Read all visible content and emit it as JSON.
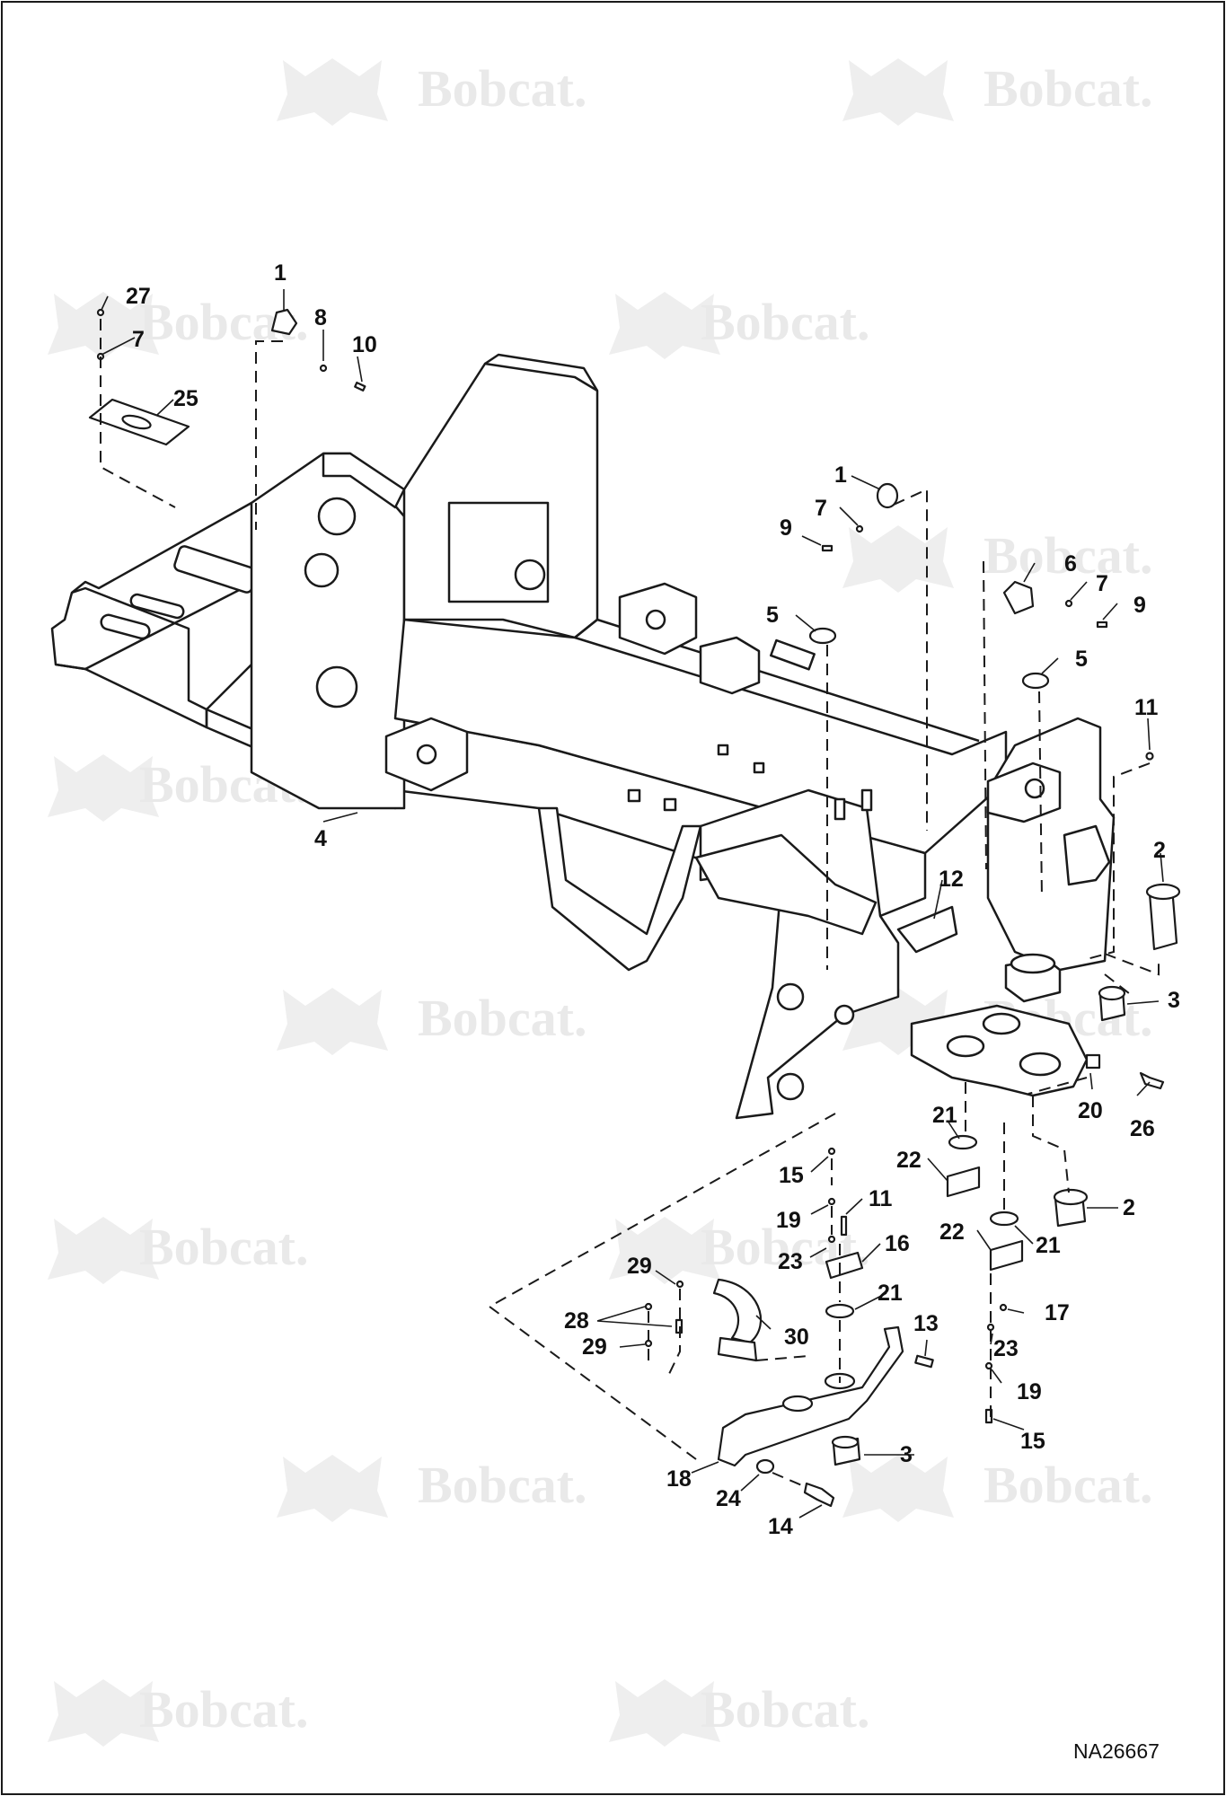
{
  "drawing": {
    "id": "NA26667",
    "watermark": "Bobcat.",
    "colors": {
      "line": "#1a1a1a",
      "watermark": "#e9e9e9",
      "background": "#ffffff"
    }
  },
  "callouts": [
    "1",
    "27",
    "8",
    "10",
    "7",
    "25",
    "1",
    "7",
    "9",
    "6",
    "7",
    "9",
    "5",
    "5",
    "11",
    "4",
    "2",
    "12",
    "3",
    "20",
    "26",
    "21",
    "22",
    "2",
    "15",
    "19",
    "11",
    "23",
    "16",
    "22",
    "21",
    "29",
    "21",
    "17",
    "28",
    "30",
    "13",
    "23",
    "29",
    "19",
    "15",
    "3",
    "18",
    "24",
    "14"
  ]
}
